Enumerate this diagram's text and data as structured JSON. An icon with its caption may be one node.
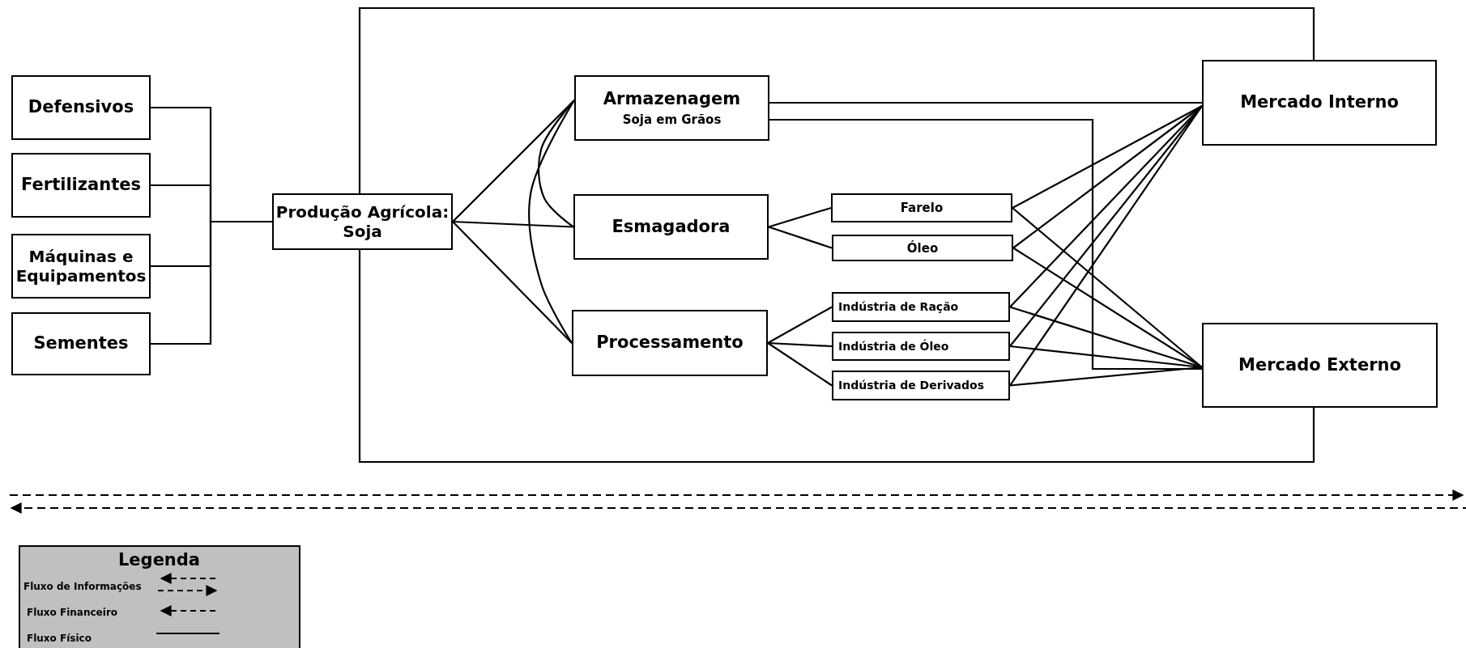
{
  "diagram": {
    "nodes": [
      {
        "text": [
          "Defensivos"
        ]
      },
      {
        "text": [
          "Fertilizantes"
        ]
      },
      {
        "text": [
          "Máquinas e Equipamentos"
        ]
      },
      {
        "text": [
          "Sementes"
        ]
      },
      {
        "text": [
          "Produção Agrícola: Soja"
        ]
      },
      {
        "text": [
          "Armazenagem",
          "Soja em Grãos"
        ]
      },
      {
        "text": [
          "Esmagadora"
        ]
      },
      {
        "text": [
          "Processamento"
        ]
      },
      {
        "text": [
          "Farelo"
        ]
      },
      {
        "text": [
          "Óleo"
        ]
      },
      {
        "text": [
          "Indústria de Ração"
        ]
      },
      {
        "text": [
          "Indústria de Óleo"
        ]
      },
      {
        "text": [
          "Indústria de Derivados"
        ]
      },
      {
        "text": [
          "Mercado Interno"
        ]
      },
      {
        "text": [
          "Mercado Externo"
        ]
      }
    ],
    "edges": [
      {
        "from": 0,
        "to": 4,
        "arrow": "none"
      },
      {
        "from": 1,
        "to": 4,
        "arrow": "none"
      },
      {
        "from": 2,
        "to": 4,
        "arrow": "none"
      },
      {
        "from": 3,
        "to": 4,
        "arrow": "none"
      },
      {
        "from": 4,
        "to": 5,
        "arrow": "none"
      },
      {
        "from": 4,
        "to": 6,
        "arrow": "none"
      },
      {
        "from": 4,
        "to": 7,
        "arrow": "none"
      },
      {
        "from": 5,
        "to": 6,
        "arrow": "none"
      },
      {
        "from": 5,
        "to": 7,
        "arrow": "none"
      },
      {
        "from": 6,
        "to": 8,
        "arrow": "none"
      },
      {
        "from": 6,
        "to": 9,
        "arrow": "none"
      },
      {
        "from": 7,
        "to": 10,
        "arrow": "none"
      },
      {
        "from": 7,
        "to": 11,
        "arrow": "none"
      },
      {
        "from": 7,
        "to": 12,
        "arrow": "none"
      },
      {
        "from": 5,
        "to": 13,
        "arrow": "none"
      },
      {
        "from": 5,
        "to": 14,
        "arrow": "none"
      },
      {
        "from": 8,
        "to": 13,
        "arrow": "none"
      },
      {
        "from": 8,
        "to": 14,
        "arrow": "none"
      },
      {
        "from": 9,
        "to": 13,
        "arrow": "none"
      },
      {
        "from": 9,
        "to": 14,
        "arrow": "none"
      },
      {
        "from": 10,
        "to": 13,
        "arrow": "none"
      },
      {
        "from": 10,
        "to": 14,
        "arrow": "none"
      },
      {
        "from": 11,
        "to": 13,
        "arrow": "none"
      },
      {
        "from": 11,
        "to": 14,
        "arrow": "none"
      },
      {
        "from": 12,
        "to": 13,
        "arrow": "none"
      },
      {
        "from": 12,
        "to": 14,
        "arrow": "none"
      },
      {
        "from": 4,
        "to": 13,
        "arrow": "none"
      },
      {
        "from": 4,
        "to": 14,
        "arrow": "none"
      }
    ],
    "labels": [
      "Legenda"
    ],
    "legend": [
      {
        "text": "Fluxo de Informações"
      },
      {
        "text": "Fluxo Financeiro"
      },
      {
        "text": "Fluxo Físico"
      }
    ]
  }
}
